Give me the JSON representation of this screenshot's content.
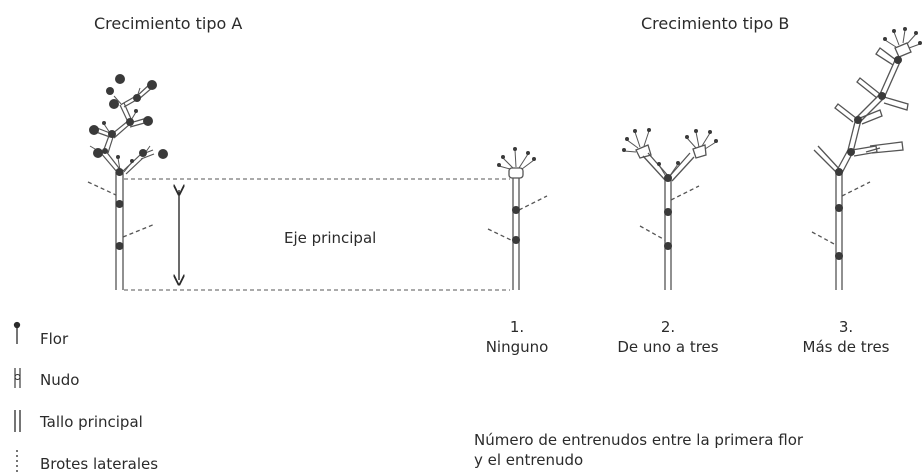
{
  "titles": {
    "type_a": "Crecimiento tipo A",
    "type_b": "Crecimiento tipo B"
  },
  "axis_label": "Eje principal",
  "options": [
    {
      "number": "1.",
      "label": "Ninguno"
    },
    {
      "number": "2.",
      "label": "De uno a tres"
    },
    {
      "number": "3.",
      "label": "Más de tres"
    }
  ],
  "caption": [
    "Número de entrenudos entre la primera flor",
    "y el entrenudo"
  ],
  "legend": [
    {
      "label": "Flor",
      "icon": "flower-icon"
    },
    {
      "label": "Nudo",
      "icon": "node-icon"
    },
    {
      "label": "Tallo principal",
      "icon": "main-stem-icon"
    },
    {
      "label": "Brotes laterales",
      "icon": "lateral-shoot-icon"
    }
  ],
  "colors": {
    "ink": "#2b2b2b",
    "node": "#3a3a3a",
    "line": "#555555"
  }
}
